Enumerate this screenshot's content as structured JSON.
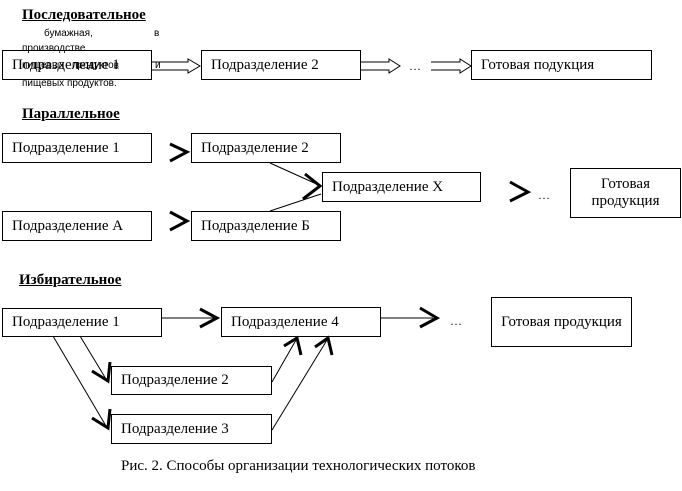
{
  "sections": {
    "sequential": {
      "heading": "Последовательное",
      "dept1": "Подразделение 1",
      "dept2": "Подразделение 2",
      "ellipsis": "…",
      "product": "Готовая подукция",
      "note": {
        "line1_left": "бумажная,",
        "line1_right": "в",
        "line2": "производстве",
        "line3_left": "пищевых",
        "line3_mid": "продуктов",
        "line3_right": "и",
        "line4": "пищевых продуктов."
      }
    },
    "parallel": {
      "heading": "Параллельное",
      "dept1": "Подразделение 1",
      "dept2": "Подразделение 2",
      "deptA": "Подразделение А",
      "deptB": "Подразделение Б",
      "deptX": "Подразделение Х",
      "ellipsis": "…",
      "product": "Готовая продукция"
    },
    "selective": {
      "heading": "Избирательное",
      "dept1": "Подразделение 1",
      "dept2": "Подразделение 2",
      "dept3": "Подразделение 3",
      "dept4": "Подразделение 4",
      "ellipsis": "…",
      "product": "Готовая продукция"
    }
  },
  "caption": "Рис. 2. Способы организации технологических потоков"
}
